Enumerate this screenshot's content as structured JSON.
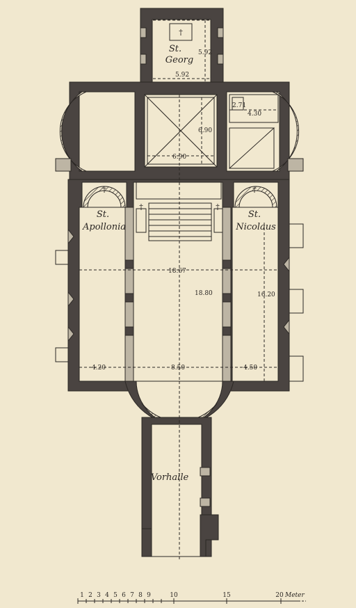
{
  "rooms": {
    "chapel_top": {
      "title_line1": "St.",
      "title_line2": "Georg"
    },
    "left_aisle": {
      "title_line1": "St.",
      "title_line2": "Apollonia"
    },
    "right_aisle": {
      "title_line1": "St.",
      "title_line2": "Nicolaus"
    },
    "vestibule": {
      "title": "Vorhalle"
    }
  },
  "dimensions": {
    "chapel_height": "5.92",
    "chapel_width": "5.92",
    "crossing_height": "6.90",
    "crossing_width": "6.90",
    "small_room_a": "2.71",
    "small_room_b": "4.30",
    "nave_total_width": "18.67",
    "nave_length": "18.80",
    "right_aisle_length": "16.20",
    "left_aisle_width": "4.20",
    "nave_width": "8.50",
    "right_aisle_width": "4.50"
  },
  "scale_bar": {
    "ticks": [
      "1",
      "2",
      "3",
      "4",
      "5",
      "6",
      "7",
      "8",
      "9",
      "10",
      "15",
      "20"
    ],
    "unit": "Meter"
  },
  "colors": {
    "paper": "#f1e8cf",
    "ink": "#2b2724",
    "wall": "#4a4441"
  }
}
